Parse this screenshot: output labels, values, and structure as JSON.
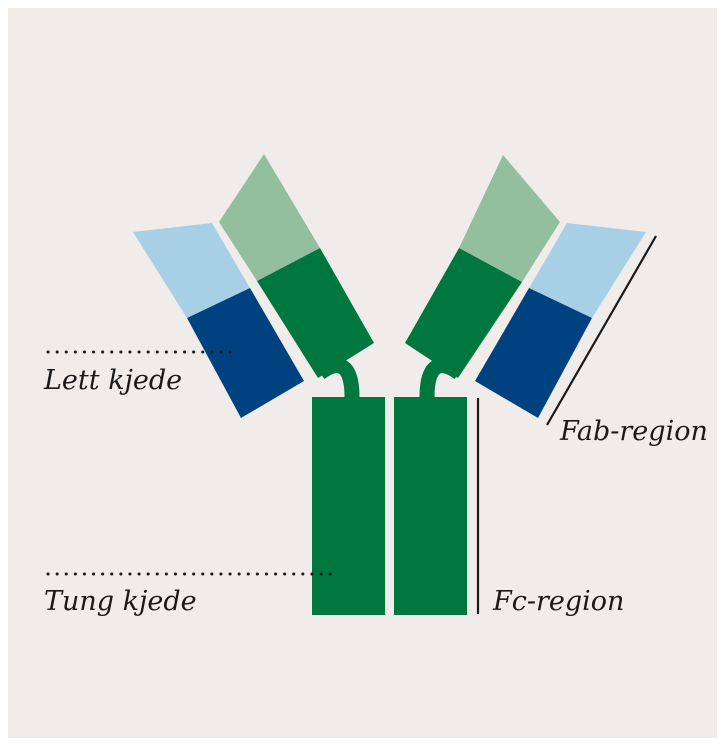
{
  "labels": {
    "light_chain": "Lett kjede",
    "heavy_chain": "Tung kjede",
    "fab_region": "Fab-region",
    "fc_region": "Fc-region"
  },
  "colors": {
    "background": "#efecea",
    "heavy_variable": "#93bf9f",
    "heavy_constant": "#00773f",
    "light_variable": "#a7d0e6",
    "light_constant": "#00427f",
    "line": "#1a1a1a"
  }
}
